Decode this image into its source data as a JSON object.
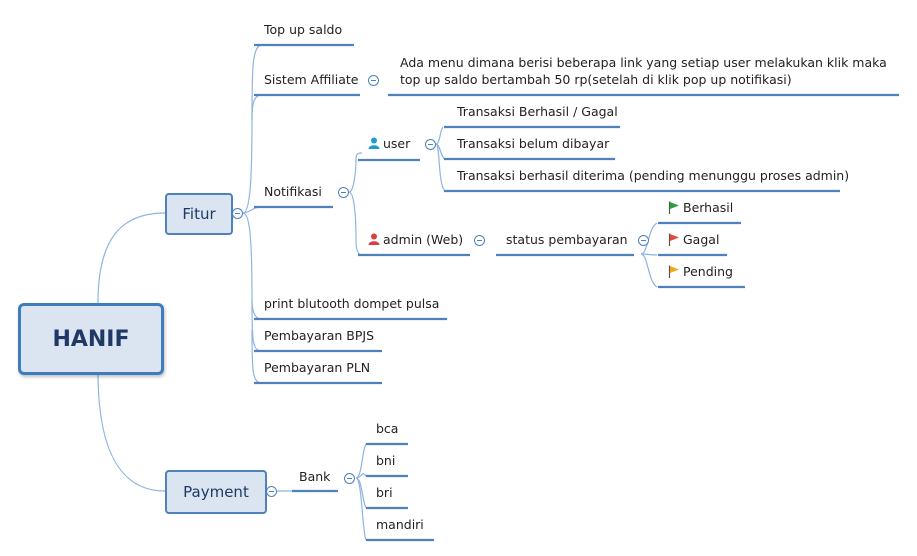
{
  "root": {
    "label": "HANIF"
  },
  "fitur": {
    "label": "Fitur",
    "items": {
      "topup": "Top up saldo",
      "affiliate": "Sistem Affiliate",
      "affiliate_note": "Ada menu dimana berisi beberapa link  yang setiap user melakukan klik maka top up saldo bertambah 50 rp(setelah di klik pop up notifikasi)",
      "notifikasi": "Notifikasi",
      "print": "print blutooth dompet pulsa",
      "bpjs": "Pembayaran BPJS",
      "pln": "Pembayaran PLN"
    },
    "user": {
      "label": "user",
      "children": [
        "Transaksi Berhasil / Gagal",
        "Transaksi belum dibayar",
        "Transaksi berhasil diterima (pending menunggu proses admin)"
      ]
    },
    "admin": {
      "label": "admin (Web)",
      "status": "status pembayaran",
      "statuses": [
        {
          "label": "Berhasil",
          "color": "#2e9e3e"
        },
        {
          "label": "Gagal",
          "color": "#e24a3b"
        },
        {
          "label": "Pending",
          "color": "#f0a818"
        }
      ]
    }
  },
  "payment": {
    "label": "Payment",
    "bank": "Bank",
    "banks": [
      "bca",
      "bni",
      "bri",
      "mandiri"
    ]
  },
  "colors": {
    "line": "#4f81bd",
    "curve": "#8eb4e3",
    "user_icon": "#1e9ad6",
    "admin_icon": "#d94040"
  }
}
